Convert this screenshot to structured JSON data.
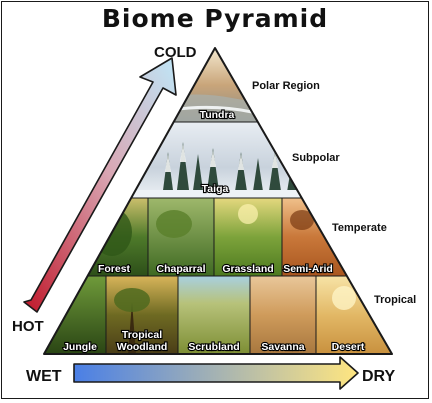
{
  "title": "Biome Pyramid",
  "axis": {
    "cold": "COLD",
    "hot": "HOT",
    "wet": "WET",
    "dry": "DRY"
  },
  "regions": {
    "polar": "Polar Region",
    "subpolar": "Subpolar",
    "temperate": "Temperate",
    "tropical": "Tropical"
  },
  "biomes": {
    "tundra": "Tundra",
    "taiga": "Taiga",
    "forest": "Forest",
    "chaparral": "Chaparral",
    "grassland": "Grassland",
    "semi_arid": "Semi-Arid",
    "jungle": "Jungle",
    "tropical_woodland_1": "Tropical",
    "tropical_woodland_2": "Woodland",
    "scrubland": "Scrubland",
    "savanna": "Savanna",
    "desert": "Desert"
  },
  "colors": {
    "hot_arrow": "#c0182a",
    "cold_arrow": "#bfe6f7",
    "wet_arrow": "#4a7fe6",
    "dry_arrow": "#ffe680"
  }
}
